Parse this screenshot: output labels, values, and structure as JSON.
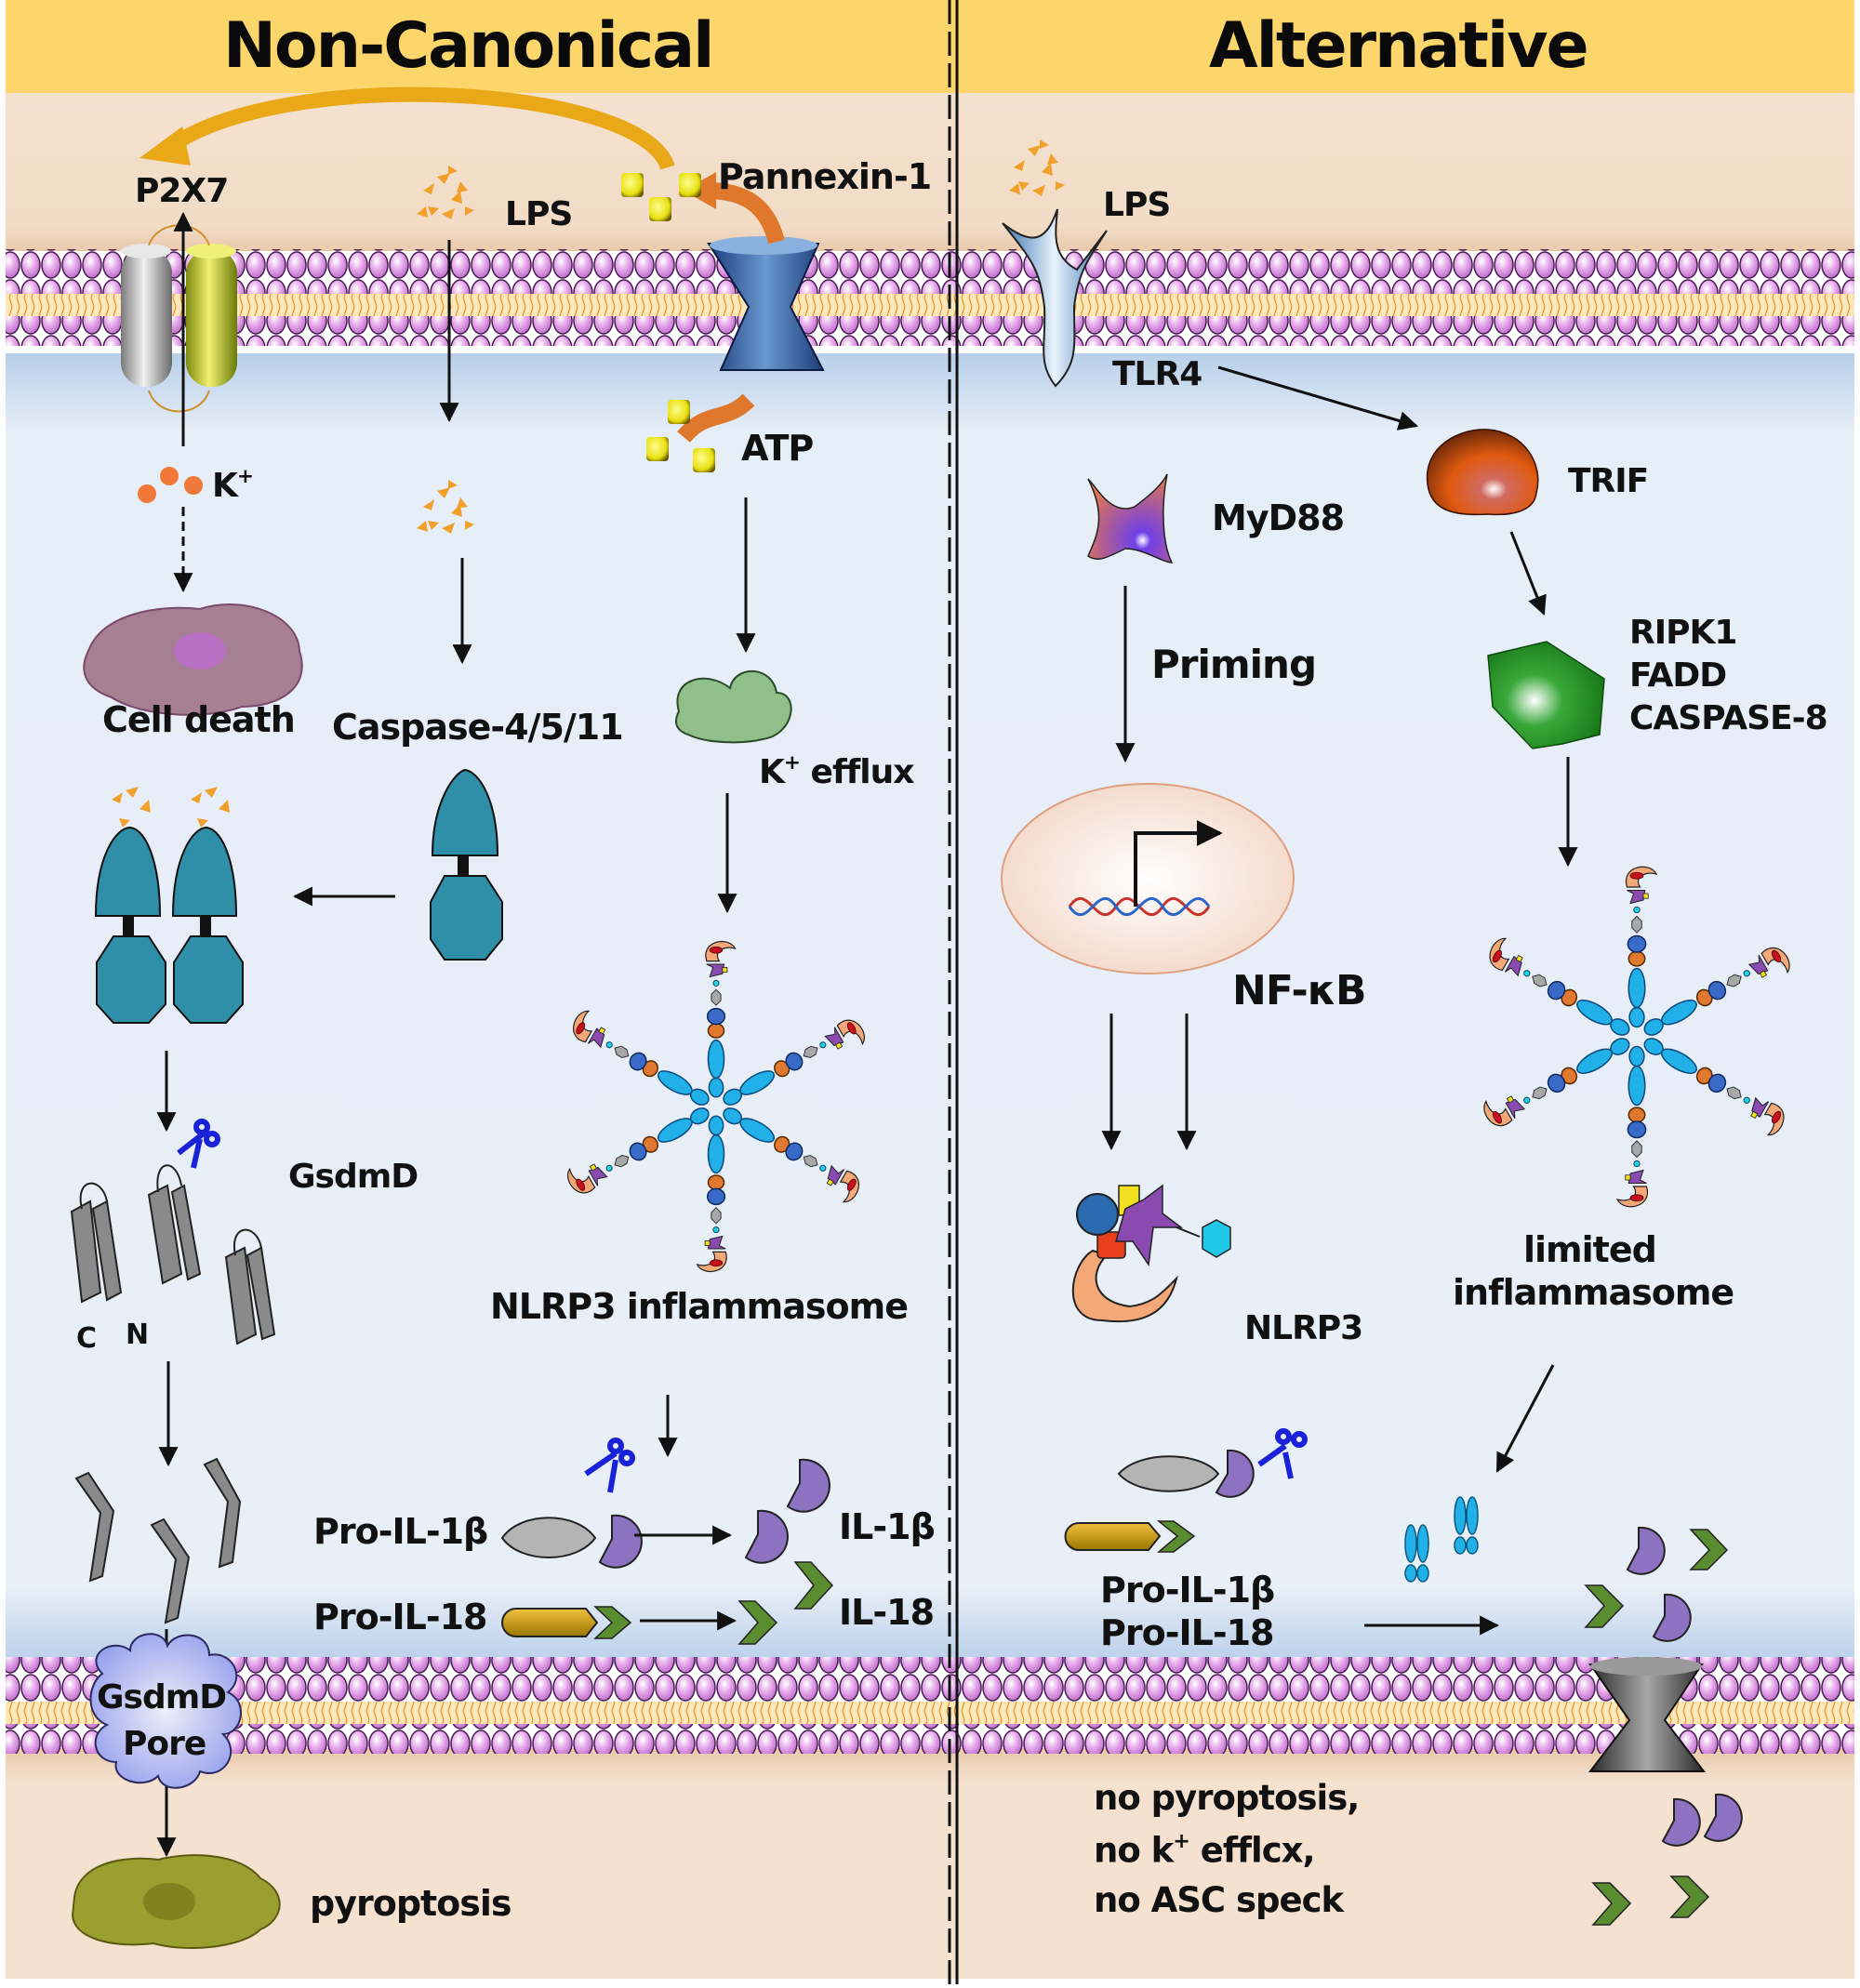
{
  "panels": {
    "left": {
      "title": "Non-Canonical",
      "labels": {
        "p2x7": "P2X7",
        "lps": "LPS",
        "pannexin": "Pannexin-1",
        "atp": "ATP",
        "k_plus": "K",
        "k_sup": "+",
        "cell_death": "Cell death",
        "caspase": "Caspase-4/5/11",
        "k_efflux_k": "K",
        "k_efflux_sup": "+",
        "k_efflux_text": " efflux",
        "gsdmd": "GsdmD",
        "c": "C",
        "n": "N",
        "nlrp3_inflammasome": "NLRP3 inflammasome",
        "pro_il1b": "Pro-IL-1β",
        "pro_il18": "Pro-IL-18",
        "il1b": "IL-1β",
        "il18": "IL-18",
        "gsdmd_pore_1": "GsdmD",
        "gsdmd_pore_2": "Pore",
        "pyroptosis": "pyroptosis"
      }
    },
    "right": {
      "title": "Alternative",
      "labels": {
        "lps": "LPS",
        "tlr4": "TLR4",
        "trif": "TRIF",
        "myd88": "MyD88",
        "priming": "Priming",
        "ripk1": "RIPK1",
        "fadd": "FADD",
        "caspase8": "CASPASE-8",
        "nfkb": "NF-κB",
        "nlrp3": "NLRP3",
        "limited_1": "limited",
        "limited_2": "inflammasome",
        "pro_il1b": "Pro-IL-1β",
        "pro_il18": "Pro-IL-18",
        "no_pyroptosis": "no pyroptosis,",
        "no_k_pre": "no k",
        "no_k_sup": "+",
        "no_k_post": " efflcx,",
        "no_asc": "no ASC speck"
      }
    }
  },
  "colors": {
    "header_band": "#fcd66a",
    "extracellular": "#f4e1cf",
    "cytoplasm": "#e6eef7",
    "lipid_head": "#d98ee0",
    "lipid_tail": "#f3a04a",
    "caspase_teal": "#2f8fa8",
    "lps_orange": "#f2a02c",
    "atp_yellow": "#e8e010",
    "il1b_purple": "#8c72c0",
    "il18_green": "#5a8c30",
    "scissors_blue": "#1a22d8",
    "arrow_gold": "#e8a818",
    "arrow_orange": "#e0782c"
  }
}
